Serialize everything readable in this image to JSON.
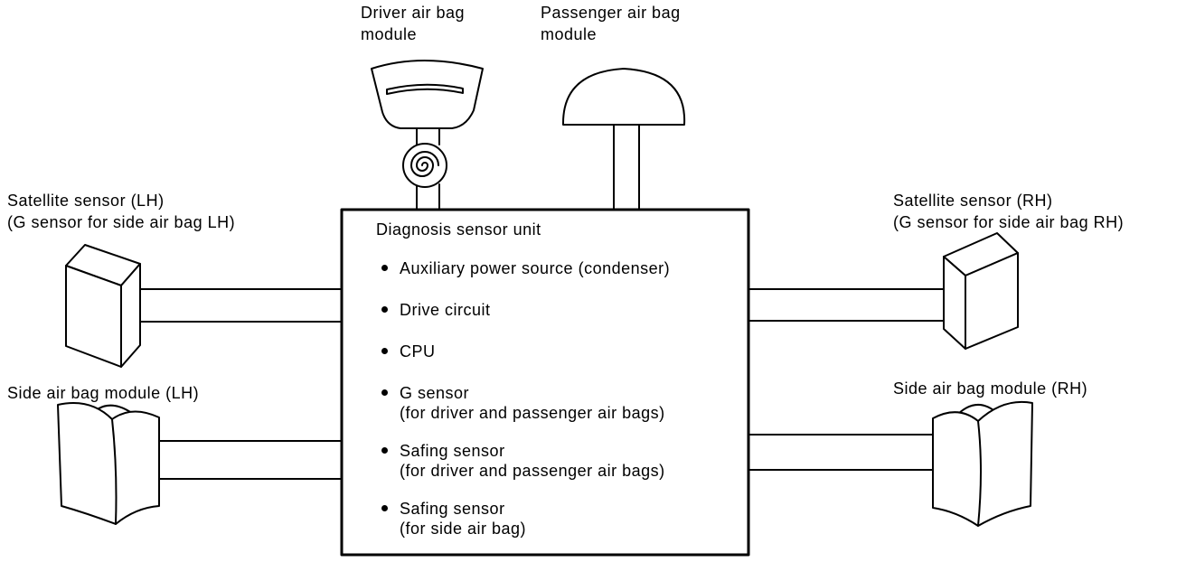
{
  "labels": {
    "driver_airbag": [
      "Driver air bag",
      "module"
    ],
    "passenger_airbag": [
      "Passenger air bag",
      "module"
    ],
    "satellite_lh": [
      "Satellite sensor (LH)",
      "(G sensor for side air bag LH)"
    ],
    "satellite_rh": [
      "Satellite sensor (RH)",
      "(G sensor for side air bag RH)"
    ],
    "side_airbag_lh": "Side air bag module (LH)",
    "side_airbag_rh": "Side air bag module (RH)"
  },
  "unit": {
    "title": "Diagnosis sensor unit",
    "items": [
      {
        "line1": "Auxiliary power source (condenser)",
        "line2": ""
      },
      {
        "line1": "Drive circuit",
        "line2": ""
      },
      {
        "line1": "CPU",
        "line2": ""
      },
      {
        "line1": "G sensor",
        "line2": "(for driver and passenger air bags)"
      },
      {
        "line1": "Safing sensor",
        "line2": "(for driver and passenger air bags)"
      },
      {
        "line1": "Safing sensor",
        "line2": "(for side air bag)"
      }
    ]
  }
}
